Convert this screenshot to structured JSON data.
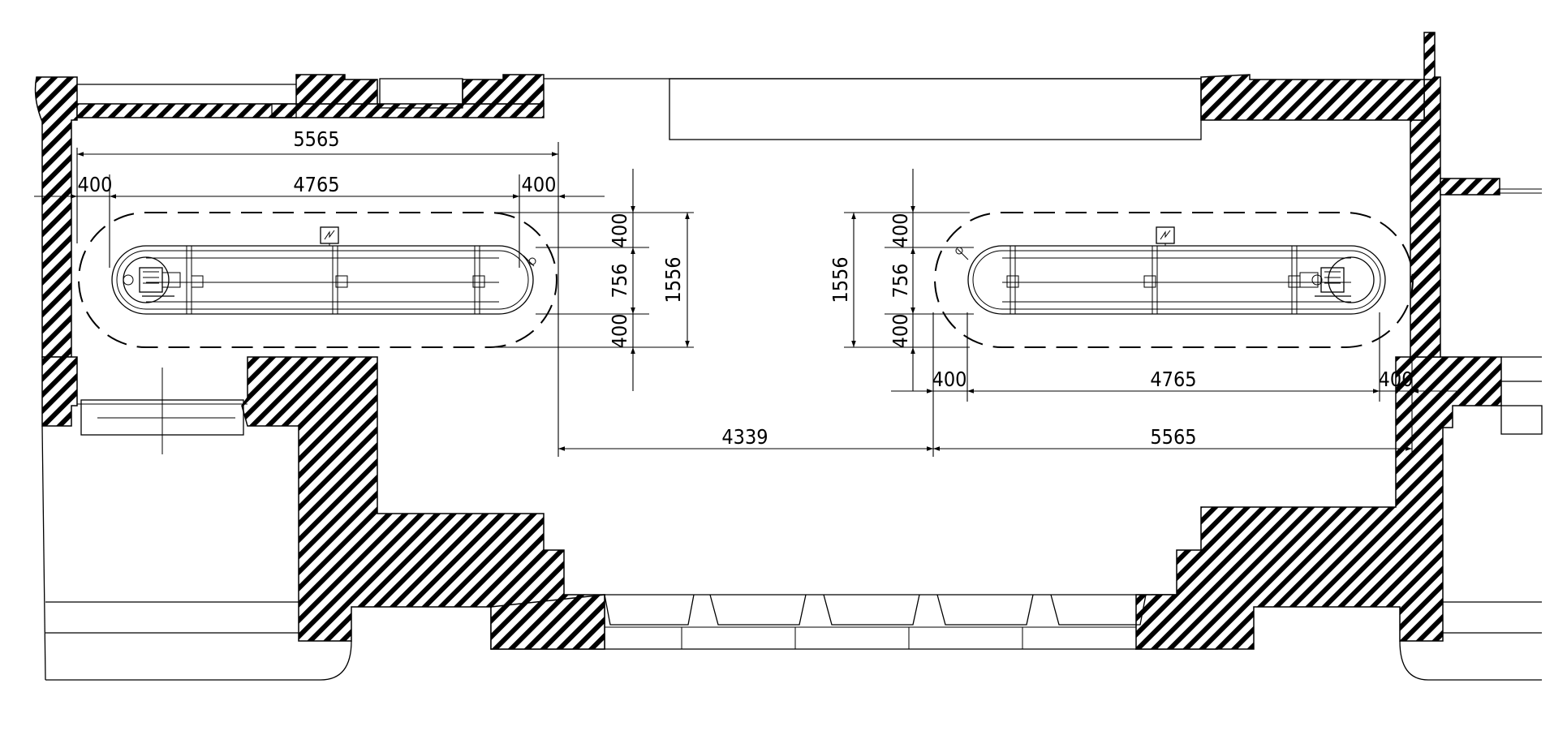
{
  "drawing": {
    "left_unit": {
      "overall_width": "5565",
      "track_length": "4765",
      "left_clearance": "400",
      "right_clearance": "400",
      "depth_top": "400",
      "track_width": "756",
      "depth_bottom": "400",
      "overall_depth": "1556"
    },
    "right_unit": {
      "overall_width": "5565",
      "track_length": "4765",
      "left_clearance": "400",
      "right_clearance": "400",
      "depth_top": "400",
      "track_width": "756",
      "depth_bottom": "400",
      "overall_depth": "1556"
    },
    "gap_between_units": "4339"
  },
  "colors": {
    "line": "#000000",
    "background": "#ffffff"
  }
}
